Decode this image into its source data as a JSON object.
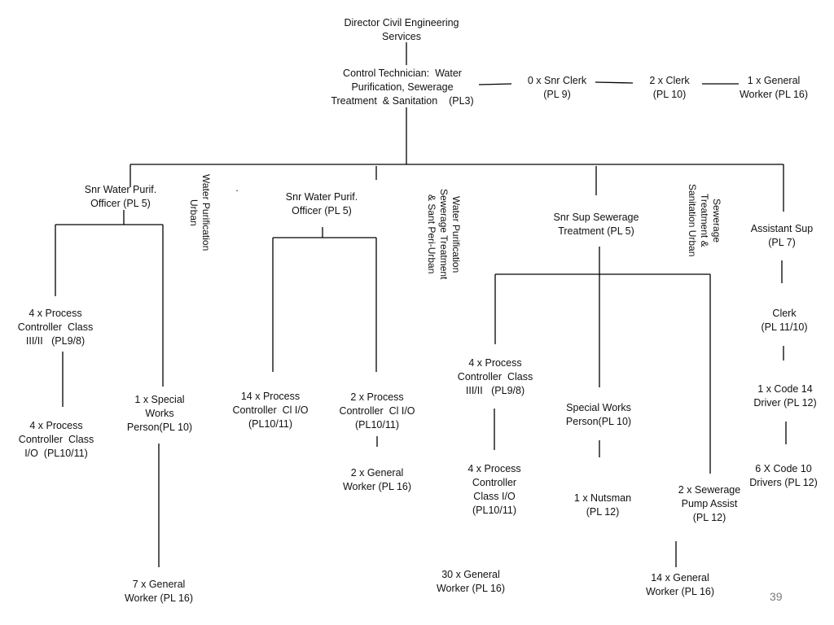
{
  "nodes": {
    "director": "Director Civil Engineering\nServices",
    "control_technician": "Control Technician:  Water\nPurification, Sewerage\nTreatment  & Sanitation    (PL3)",
    "snr_clerk": "0 x Snr Clerk\n(PL 9)",
    "clerk_2": "2 x Clerk\n(PL 10)",
    "general_worker_1": "1 x General\nWorker (PL 16)",
    "snr_water_purif_1": "Snr Water Purif.\nOfficer (PL 5)",
    "snr_water_purif_2": "Snr Water Purif.\nOfficer (PL 5)",
    "snr_sup_sewerage": "Snr Sup Sewerage\nTreatment (PL 5)",
    "assistant_sup": "Assistant Sup\n(PL 7)",
    "pc_class_3_2_a": "4 x Process\nController  Class\nIII/II   (PL9/8)",
    "pc_class_1_a": "4 x Process\nController  Class\nI/O  (PL10/11)",
    "special_works_1": "1 x Special\nWorks\nPerson(PL 10)",
    "general_worker_7": "7 x General\nWorker (PL 16)",
    "pc_14": "14 x Process\nController  Cl I/O\n(PL10/11)",
    "pc_2": "2 x Process\nController  Cl I/O\n(PL10/11)",
    "general_worker_2": "2 x General\nWorker (PL 16)",
    "pc_class_3_2_b": "4 x Process\nController  Class\nIII/II   (PL9/8)",
    "pc_class_1_b": "4 x Process\nController\nClass I/O\n(PL10/11)",
    "general_worker_30": "30 x General\nWorker (PL 16)",
    "special_works_2": "Special Works\nPerson(PL 10)",
    "nutsman": "1 x Nutsman\n(PL 12)",
    "sewerage_pump": "2 x Sewerage\nPump Assist\n(PL 12)",
    "general_worker_14": "14 x General\nWorker (PL 16)",
    "clerk_pl11": "Clerk\n(PL 11/10)",
    "code14_driver": "1 x Code 14\nDriver (PL 12)",
    "code10_drivers": "6 X Code 10\nDrivers (PL 12)"
  },
  "section_labels": {
    "water_purification_urban": "Water Purification\nUrban",
    "water_purification_peri_urban": "Water Purification\nSewerage Treatment\n& Sant Peri-Urban",
    "sewerage_sanitation_urban": "Sewerage\nTreatment &\nSanitation Urban"
  },
  "stray_mark": ".",
  "page_number": "39",
  "colors": {
    "line": "#000000",
    "text": "#111111",
    "page_number": "#7a7a7a"
  }
}
